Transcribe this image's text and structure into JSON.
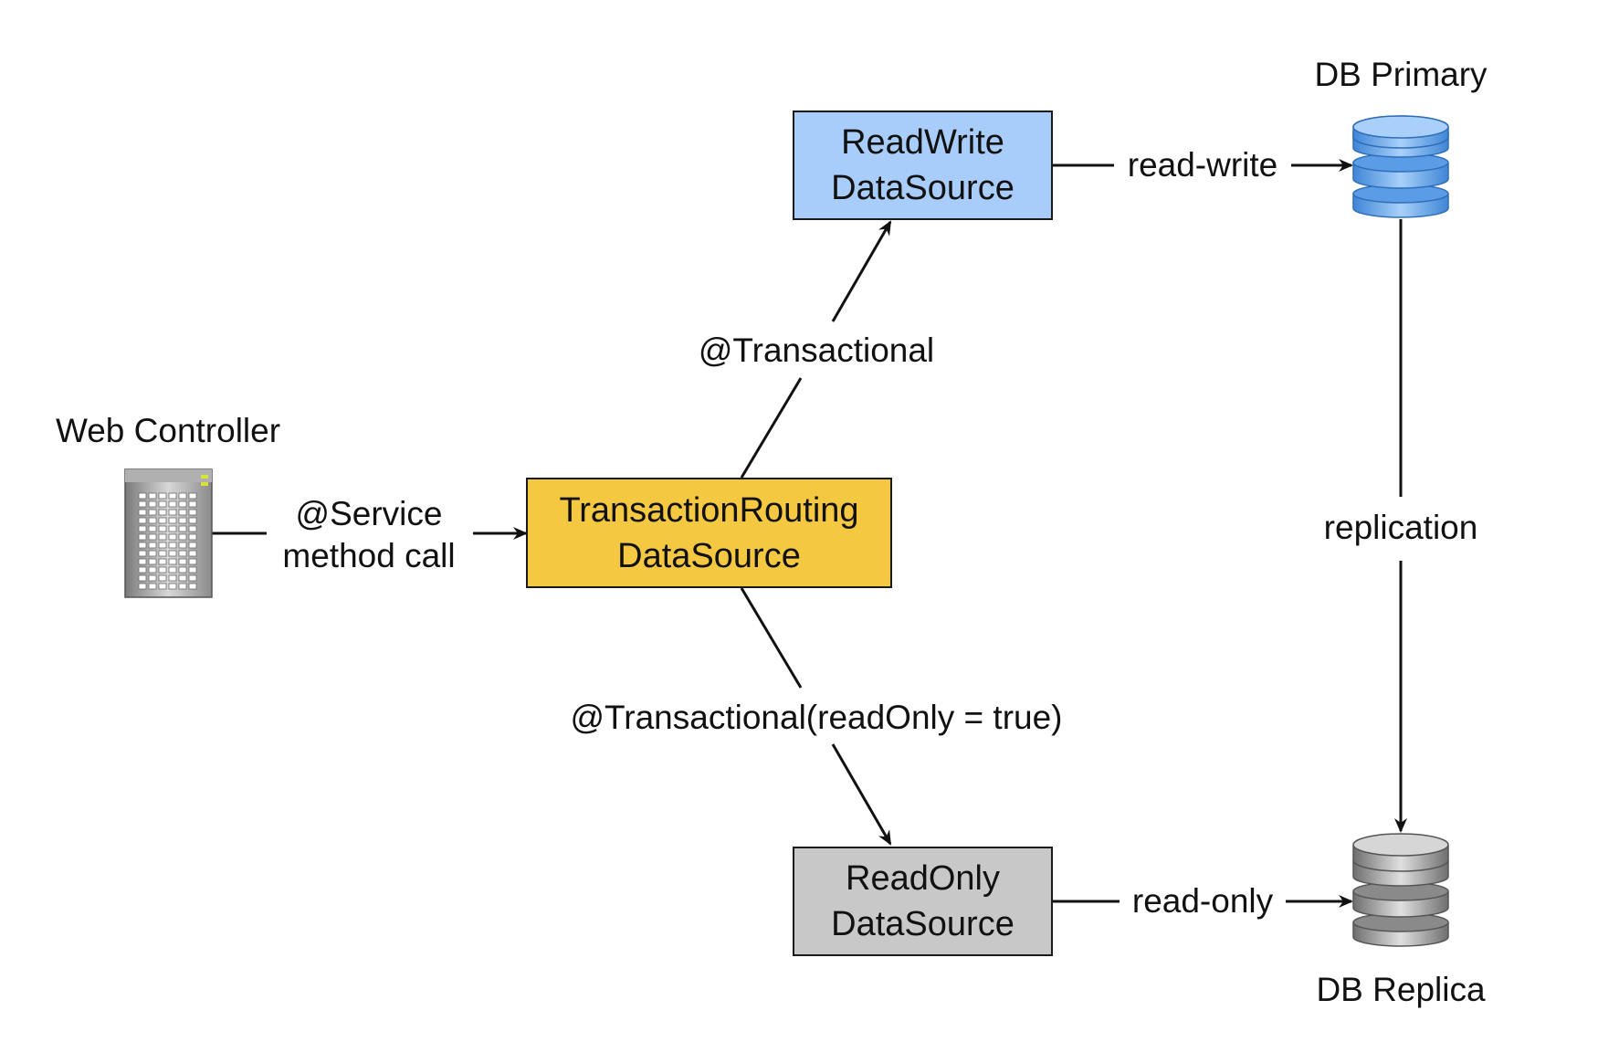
{
  "nodes": {
    "web_controller": {
      "label": "Web Controller",
      "icon": "server-icon"
    },
    "routing": {
      "line1": "TransactionRouting",
      "line2": "DataSource",
      "color": "#f5c842"
    },
    "read_write": {
      "line1": "ReadWrite",
      "line2": "DataSource",
      "color": "#a9cdfb"
    },
    "read_only": {
      "line1": "ReadOnly",
      "line2": "DataSource",
      "color": "#c8c8c8"
    },
    "db_primary": {
      "label": "DB Primary",
      "icon": "database-icon",
      "color": "#6fa9e6"
    },
    "db_replica": {
      "label": "DB Replica",
      "icon": "database-icon",
      "color": "#9a9a9a"
    }
  },
  "edges": {
    "service_call": {
      "line1": "@Service",
      "line2": "method call"
    },
    "transactional": {
      "label": "@Transactional"
    },
    "transactional_readonly": {
      "label": "@Transactional(readOnly = true)"
    },
    "read_write": {
      "label": "read-write"
    },
    "read_only": {
      "label": "read-only"
    },
    "replication": {
      "label": "replication"
    }
  }
}
